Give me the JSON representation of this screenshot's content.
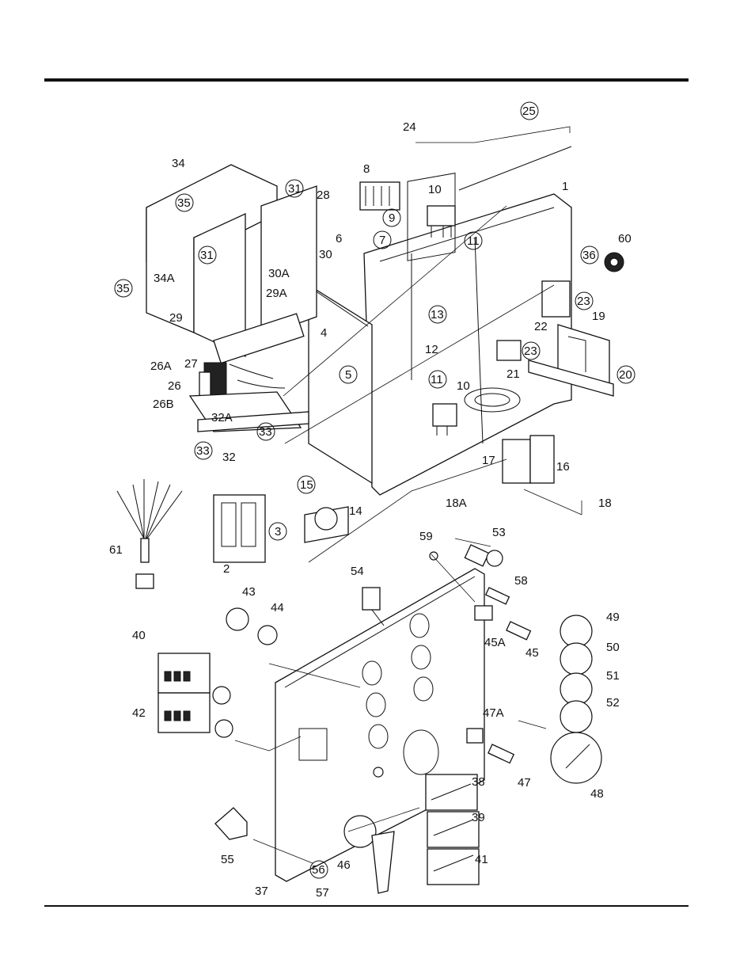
{
  "diagram": {
    "labels": [
      "1",
      "2",
      "3",
      "4",
      "5",
      "6",
      "7",
      "8",
      "9",
      "10",
      "10",
      "11",
      "11",
      "12",
      "13",
      "14",
      "15",
      "16",
      "17",
      "18",
      "18A",
      "19",
      "20",
      "21",
      "22",
      "23",
      "23",
      "24",
      "25",
      "26",
      "26A",
      "26B",
      "27",
      "28",
      "29",
      "29A",
      "30",
      "30A",
      "31",
      "31",
      "32",
      "32A",
      "33",
      "33",
      "34",
      "34A",
      "35",
      "35",
      "36",
      "37",
      "38",
      "39",
      "40",
      "41",
      "42",
      "43",
      "44",
      "45",
      "45A",
      "46",
      "47",
      "47A",
      "48",
      "49",
      "50",
      "51",
      "52",
      "53",
      "54",
      "55",
      "56",
      "57",
      "58",
      "59",
      "60",
      "61"
    ],
    "circled": [
      "3",
      "5",
      "7",
      "9",
      "11",
      "11",
      "13",
      "15",
      "20",
      "23",
      "23",
      "25",
      "31",
      "31",
      "33",
      "33",
      "35",
      "35",
      "36",
      "56"
    ]
  }
}
